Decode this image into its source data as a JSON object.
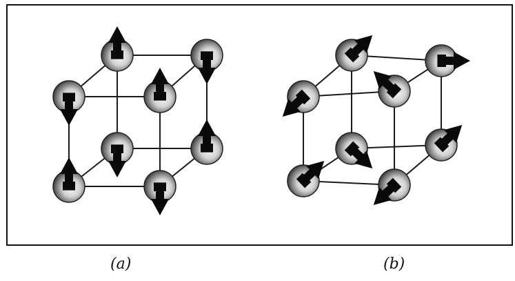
{
  "panels": [
    {
      "label": "(a)",
      "spins": [
        {
          "atom": "back-top-left",
          "direction": "up"
        },
        {
          "atom": "back-top-right",
          "direction": "down"
        },
        {
          "atom": "front-top-left",
          "direction": "down"
        },
        {
          "atom": "front-top-right",
          "direction": "up"
        },
        {
          "atom": "back-bottom-left",
          "direction": "down"
        },
        {
          "atom": "back-bottom-right",
          "direction": "up"
        },
        {
          "atom": "front-bottom-left",
          "direction": "up"
        },
        {
          "atom": "front-bottom-right",
          "direction": "down"
        }
      ]
    },
    {
      "label": "(b)",
      "spins": [
        {
          "atom": "back-top-left",
          "direction": "upper-right"
        },
        {
          "atom": "back-top-right",
          "direction": "right"
        },
        {
          "atom": "front-top-left",
          "direction": "lower-left"
        },
        {
          "atom": "front-top-right",
          "direction": "upper-left"
        },
        {
          "atom": "back-bottom-left",
          "direction": "lower-right"
        },
        {
          "atom": "back-bottom-right",
          "direction": "upper-right"
        },
        {
          "atom": "front-bottom-left",
          "direction": "upper-right"
        },
        {
          "atom": "front-bottom-right",
          "direction": "lower-left"
        }
      ]
    }
  ],
  "colors": {
    "frame": "#111111",
    "bond": "#1a1a1a",
    "arrow": "#0a0a0a",
    "sphere_light": "#f4f4f4",
    "sphere_dark": "#3a3a3a"
  }
}
